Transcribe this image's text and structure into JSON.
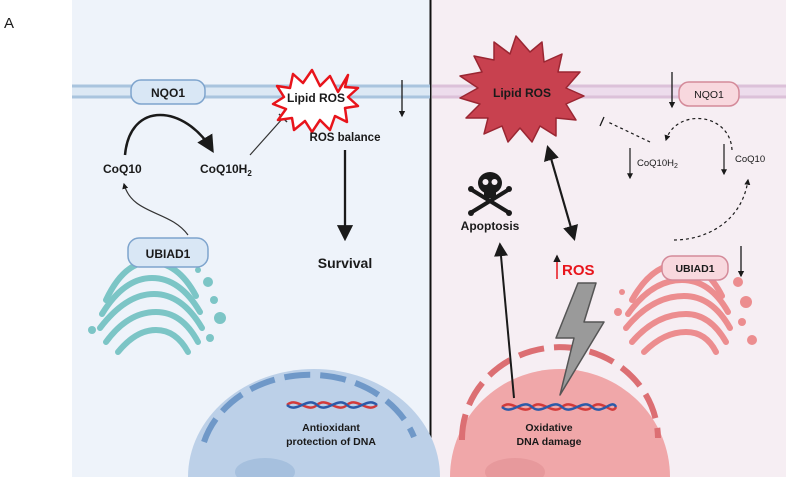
{
  "panel_label": "A",
  "left": {
    "nqo1": "NQO1",
    "lipid_ros": "Lipid ROS",
    "ros_balance": "ROS balance",
    "coq10": "CoQ10",
    "coq10h2": "CoQ10H",
    "coq10h2_sub": "2",
    "ubiad1": "UBIAD1",
    "survival": "Survival",
    "dna_line1": "Antioxidant",
    "dna_line2": "protection of DNA"
  },
  "right": {
    "lipid_ros": "Lipid ROS",
    "nqo1": "NQO1",
    "coq10h2": "CoQ10H",
    "coq10h2_sub": "2",
    "coq10": "CoQ10",
    "apoptosis": "Apoptosis",
    "ros": "ROS",
    "ubiad1": "UBIAD1",
    "dna_line1": "Oxidative",
    "dna_line2": "DNA damage"
  },
  "colors": {
    "left_bg": "#eef3fa",
    "right_bg": "#f6eef3",
    "membrane_left": "#a9c4de",
    "membrane_right": "#dcc1d9",
    "ros_red": "#e8141b",
    "lipid_ros_fill_right": "#c8414f",
    "golgi_left": "#7cc5c6",
    "golgi_right": "#ec8d8f",
    "nucleus_left": "#bcd0e8",
    "nucleus_right": "#f0a7a9"
  }
}
